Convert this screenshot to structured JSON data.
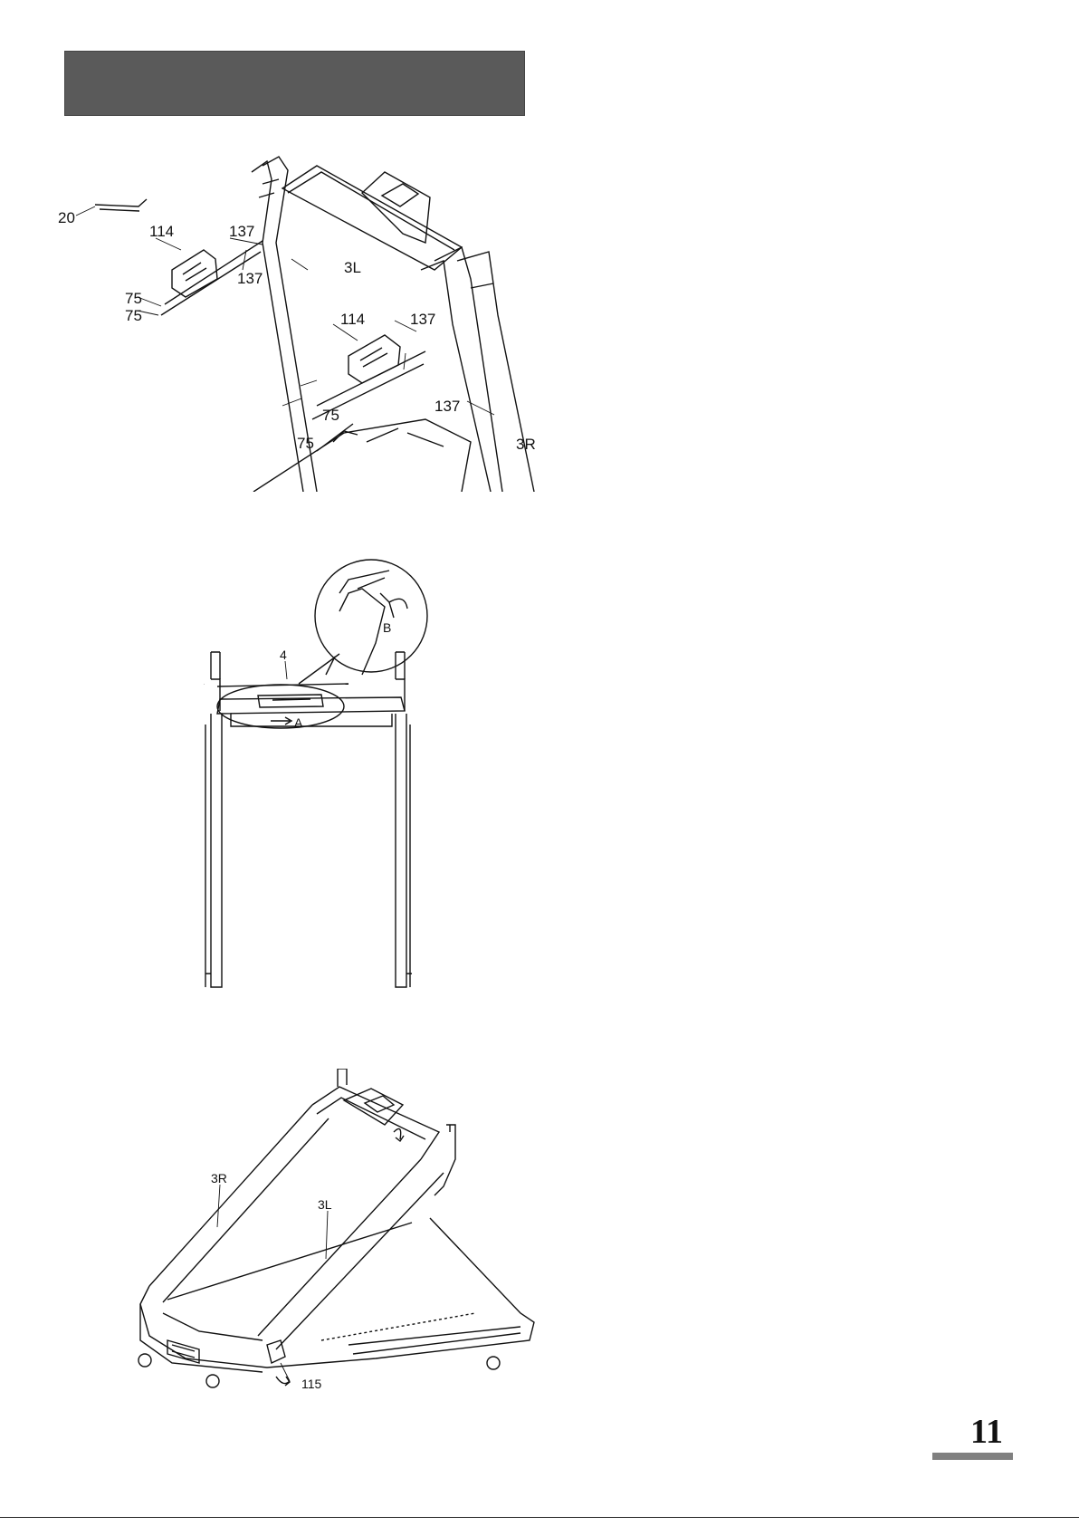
{
  "header": {
    "title": ""
  },
  "figure1": {
    "labels": {
      "tool": "20",
      "foot_left": "114",
      "bolt_left_top": "137",
      "bolt_left_bottom": "137",
      "screw_left_1": "75",
      "screw_left_2": "75",
      "upright_left": "3L",
      "foot_right": "114",
      "bolt_right_top": "137",
      "bolt_right_bottom": "137",
      "screw_right_1": "75",
      "screw_right_2": "75",
      "upright_right": "3R"
    }
  },
  "figure2": {
    "labels": {
      "part": "4",
      "direction_a": "A",
      "direction_b": "B"
    }
  },
  "figure3": {
    "labels": {
      "upright_right": "3R",
      "upright_left": "3L",
      "knob": "115"
    }
  },
  "page": {
    "number": "11"
  }
}
